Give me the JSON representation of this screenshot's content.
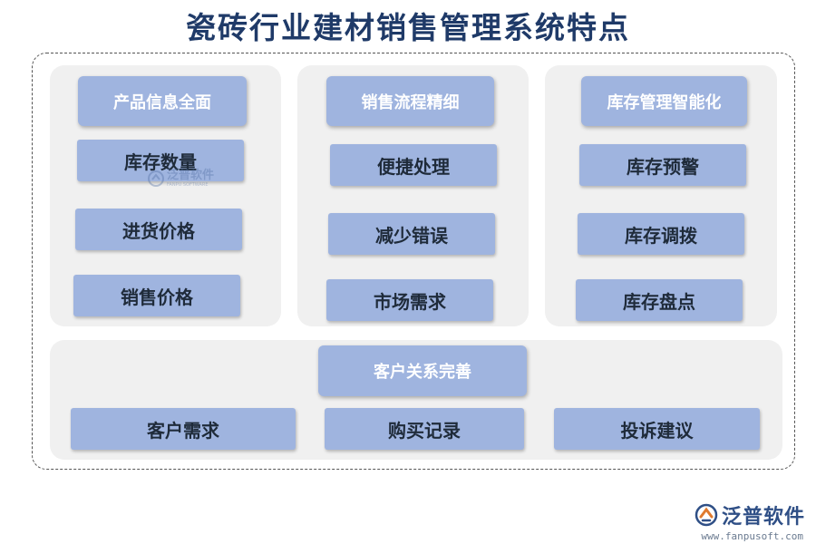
{
  "title": "瓷砖行业建材销售管理系统特点",
  "columns": [
    {
      "header": "产品信息全面",
      "items": [
        "库存数量",
        "进货价格",
        "销售价格"
      ]
    },
    {
      "header": "销售流程精细",
      "items": [
        "便捷处理",
        "减少错误",
        "市场需求"
      ]
    },
    {
      "header": "库存管理智能化",
      "items": [
        "库存预警",
        "库存调拨",
        "库存盘点"
      ]
    }
  ],
  "bottom": {
    "header": "客户关系完善",
    "items": [
      "客户需求",
      "购买记录",
      "投诉建议"
    ]
  },
  "watermark": {
    "text": "泛普软件",
    "subtext": "FANPU SOFTWARE"
  },
  "logo": {
    "name": "泛普软件",
    "url": "www.fanpusoft.com",
    "icon": "fanpu-logo-icon"
  },
  "colors": {
    "title": "#1f3a68",
    "box": "#9fb4df",
    "panel": "#f0f0f0",
    "header_text": "#ffffff"
  }
}
